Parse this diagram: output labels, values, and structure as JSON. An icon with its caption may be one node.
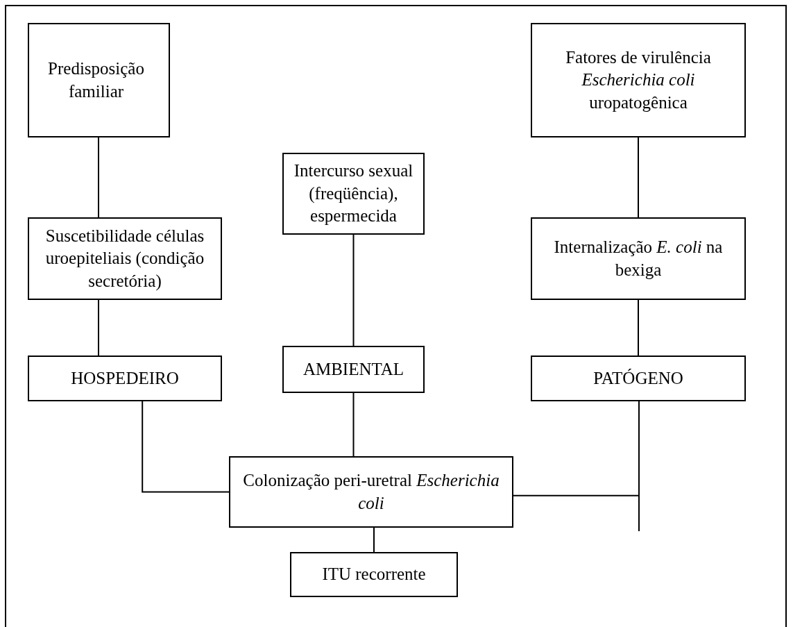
{
  "diagram": {
    "nodes": [
      {
        "text": [
          "Predisposição familiar"
        ]
      },
      {
        "text": [
          "Fatores de virulência *Escherichia coli* uropatogênica"
        ]
      },
      {
        "text": [
          "Intercurso sexual (freqüência), espermecida"
        ]
      },
      {
        "text": [
          "Suscetibilidade células uroepiteliais (condição secretória)"
        ]
      },
      {
        "text": [
          "Internalização *E. coli* na bexiga"
        ]
      },
      {
        "text": [
          "AMBIENTAL"
        ]
      },
      {
        "text": [
          "HOSPEDEIRO"
        ]
      },
      {
        "text": [
          "PATÓGENO"
        ]
      },
      {
        "text": [
          "Colonização peri-uretral *Escherichia coli*"
        ]
      },
      {
        "text": [
          "ITU recorrente"
        ]
      }
    ],
    "edges": [
      {
        "from": 0,
        "to": 3,
        "arrow": "none"
      },
      {
        "from": 1,
        "to": 4,
        "arrow": "none"
      },
      {
        "from": 3,
        "to": 6,
        "arrow": "none"
      },
      {
        "from": 4,
        "to": 7,
        "arrow": "none"
      },
      {
        "from": 2,
        "to": 5,
        "arrow": "none"
      },
      {
        "from": 6,
        "to": 8,
        "arrow": "none"
      },
      {
        "from": 5,
        "to": 8,
        "arrow": "none"
      },
      {
        "from": 7,
        "to": 8,
        "arrow": "none"
      },
      {
        "from": 8,
        "to": 9,
        "arrow": "none"
      }
    ]
  }
}
